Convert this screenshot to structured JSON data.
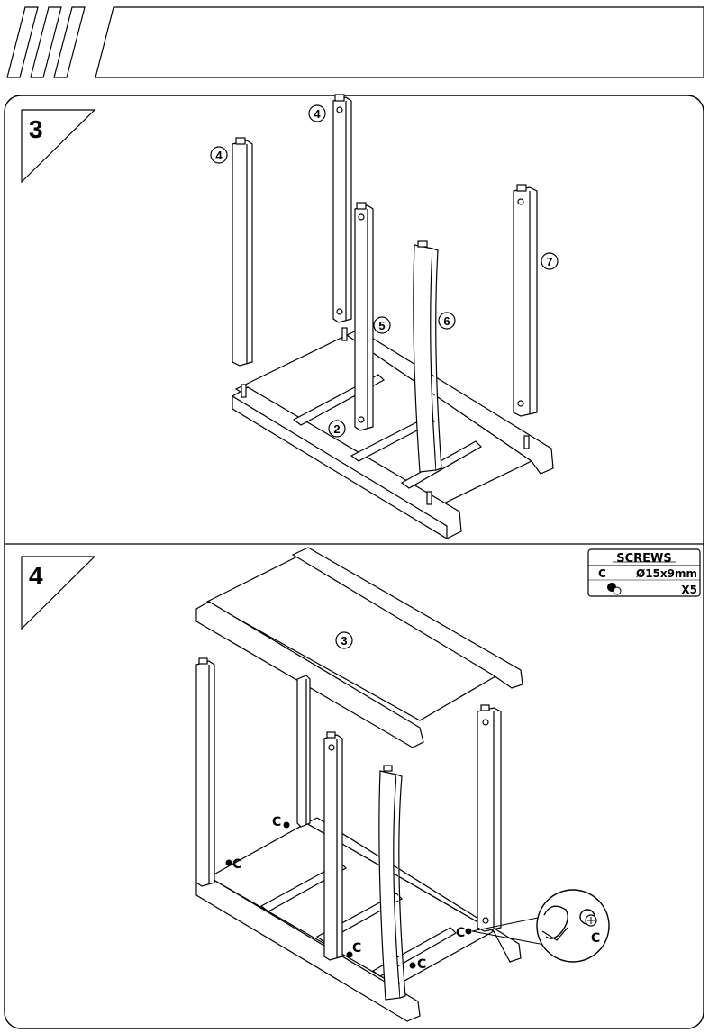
{
  "steps": [
    {
      "number": "3",
      "callouts": [
        "4",
        "4",
        "5",
        "6",
        "7",
        "2"
      ]
    },
    {
      "number": "4",
      "callouts": [
        "3"
      ],
      "screw_labels": [
        "C",
        "C",
        "C",
        "C",
        "C",
        "C"
      ],
      "screws_table": {
        "title": "SCREWS",
        "code": "C",
        "size": "Ø15x9mm",
        "qty": "X5"
      }
    }
  ]
}
